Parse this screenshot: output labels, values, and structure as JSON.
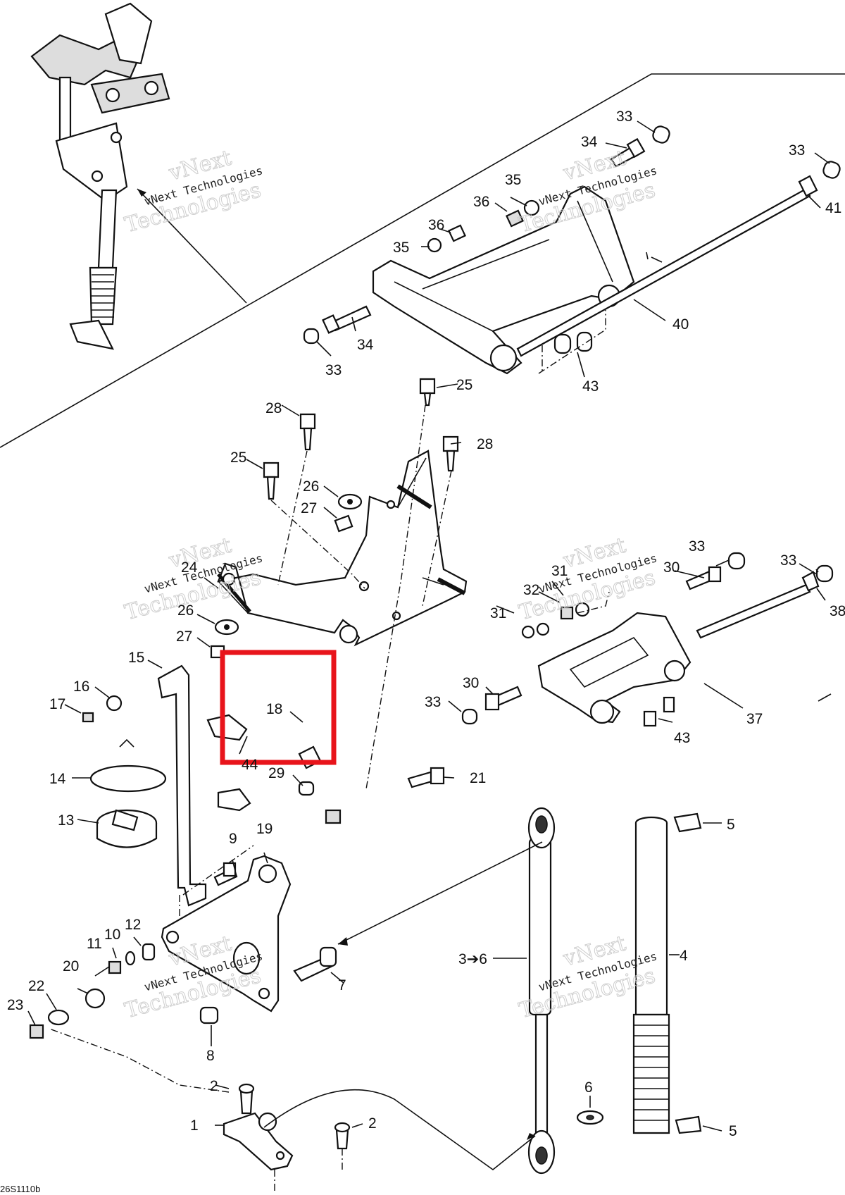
{
  "drawing_code": "26S1110b",
  "watermark": {
    "line1": "vNext",
    "line2": "vNext Technologies",
    "line3": "Technologies"
  },
  "highlight": {
    "part": "18",
    "color": "#e8141b"
  },
  "callouts": {
    "c1": "1",
    "c2a": "2",
    "c2b": "2",
    "c3": "3➔6",
    "c4": "4",
    "c5a": "5",
    "c5b": "5",
    "c6": "6",
    "c7": "7",
    "c8": "8",
    "c9": "9",
    "c10": "10",
    "c11": "11",
    "c12": "12",
    "c13": "13",
    "c14": "14",
    "c15": "15",
    "c16": "16",
    "c17": "17",
    "c18": "18",
    "c19": "19",
    "c20": "20",
    "c21": "21",
    "c22": "22",
    "c23": "23",
    "c24": "24",
    "c25a": "25",
    "c25b": "25",
    "c26a": "26",
    "c26b": "26",
    "c27a": "27",
    "c27b": "27",
    "c28a": "28",
    "c28b": "28",
    "c29": "29",
    "c30a": "30",
    "c30b": "30",
    "c31a": "31",
    "c31b": "31",
    "c32": "32",
    "c33a": "33",
    "c33b": "33",
    "c33c": "33",
    "c33d": "33",
    "c33e": "33",
    "c33f": "33",
    "c34a": "34",
    "c34b": "34",
    "c35a": "35",
    "c35b": "35",
    "c36a": "36",
    "c36b": "36",
    "c37": "37",
    "c38": "38",
    "c40": "40",
    "c41": "41",
    "c43a": "43",
    "c43b": "43",
    "c44": "44"
  }
}
